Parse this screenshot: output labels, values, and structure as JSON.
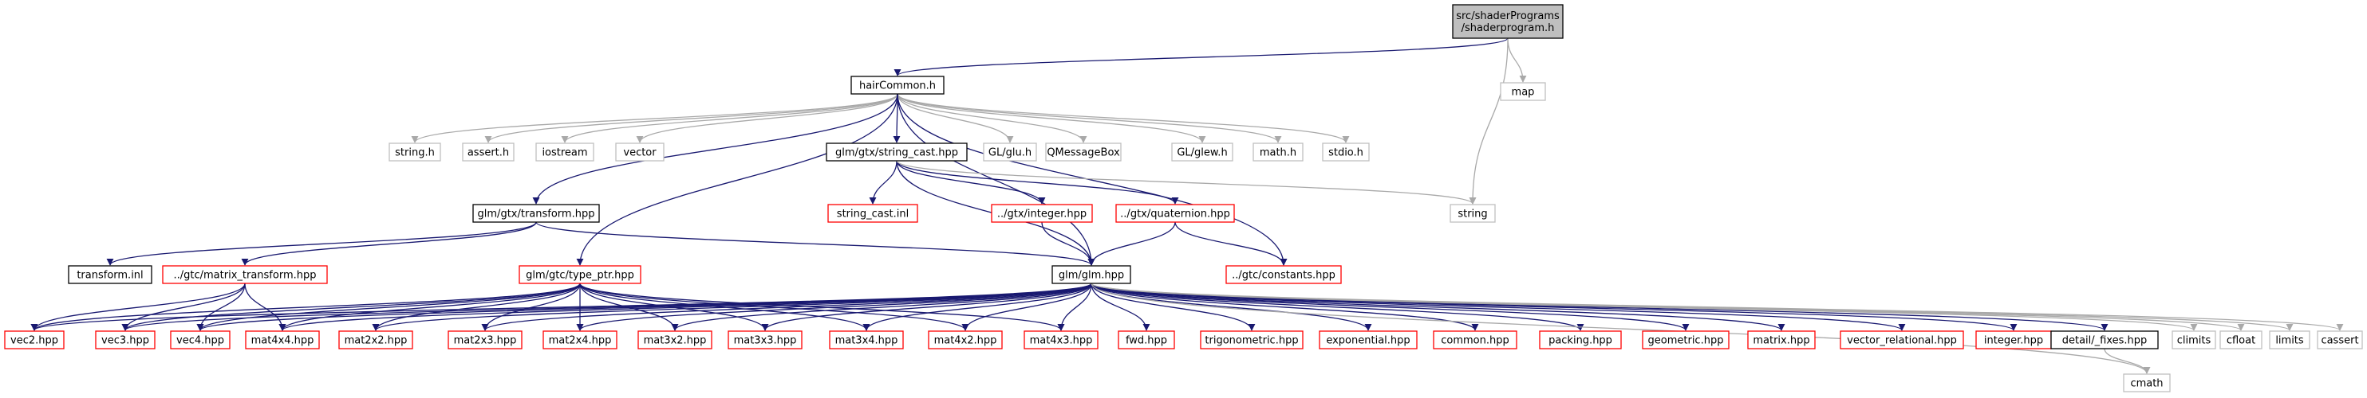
{
  "colors": {
    "root_fill": "#bfbfbf",
    "documented_border": "#000000",
    "missing_border": "#ff0000",
    "external_border": "#bfbfbf",
    "edge_primary": "#191970",
    "edge_secondary": "#a9a9a9"
  },
  "nodes": [
    {
      "id": "root",
      "label": [
        "src/shaderPrograms",
        "/shaderprogram.h"
      ],
      "kind": "root"
    },
    {
      "id": "hairCommon",
      "label": [
        "hairCommon.h"
      ],
      "kind": "documented"
    },
    {
      "id": "map",
      "label": [
        "map"
      ],
      "kind": "external"
    },
    {
      "id": "string_h",
      "label": [
        "string.h"
      ],
      "kind": "external"
    },
    {
      "id": "assert_h",
      "label": [
        "assert.h"
      ],
      "kind": "external"
    },
    {
      "id": "iostream",
      "label": [
        "iostream"
      ],
      "kind": "external"
    },
    {
      "id": "vector",
      "label": [
        "vector"
      ],
      "kind": "external"
    },
    {
      "id": "string_cast_hpp",
      "label": [
        "glm/gtx/string_cast.hpp"
      ],
      "kind": "documented"
    },
    {
      "id": "glu_h",
      "label": [
        "GL/glu.h"
      ],
      "kind": "external"
    },
    {
      "id": "qmessagebox",
      "label": [
        "QMessageBox"
      ],
      "kind": "external"
    },
    {
      "id": "glew_h",
      "label": [
        "GL/glew.h"
      ],
      "kind": "external"
    },
    {
      "id": "math_h",
      "label": [
        "math.h"
      ],
      "kind": "external"
    },
    {
      "id": "stdio_h",
      "label": [
        "stdio.h"
      ],
      "kind": "external"
    },
    {
      "id": "string",
      "label": [
        "string"
      ],
      "kind": "external"
    },
    {
      "id": "transform_hpp",
      "label": [
        "glm/gtx/transform.hpp"
      ],
      "kind": "documented"
    },
    {
      "id": "string_cast_inl",
      "label": [
        "string_cast.inl"
      ],
      "kind": "missing"
    },
    {
      "id": "integer_gtx",
      "label": [
        "../gtx/integer.hpp"
      ],
      "kind": "missing"
    },
    {
      "id": "quaternion",
      "label": [
        "../gtx/quaternion.hpp"
      ],
      "kind": "missing"
    },
    {
      "id": "transform_inl",
      "label": [
        "transform.inl"
      ],
      "kind": "documented"
    },
    {
      "id": "matrix_transform",
      "label": [
        "../gtc/matrix_transform.hpp"
      ],
      "kind": "missing"
    },
    {
      "id": "type_ptr",
      "label": [
        "glm/gtc/type_ptr.hpp"
      ],
      "kind": "missing"
    },
    {
      "id": "glm_hpp",
      "label": [
        "glm/glm.hpp"
      ],
      "kind": "documented"
    },
    {
      "id": "constants",
      "label": [
        "../gtc/constants.hpp"
      ],
      "kind": "missing"
    },
    {
      "id": "vec2",
      "label": [
        "vec2.hpp"
      ],
      "kind": "missing"
    },
    {
      "id": "vec3",
      "label": [
        "vec3.hpp"
      ],
      "kind": "missing"
    },
    {
      "id": "vec4",
      "label": [
        "vec4.hpp"
      ],
      "kind": "missing"
    },
    {
      "id": "mat4x4",
      "label": [
        "mat4x4.hpp"
      ],
      "kind": "missing"
    },
    {
      "id": "mat2x2",
      "label": [
        "mat2x2.hpp"
      ],
      "kind": "missing"
    },
    {
      "id": "mat2x3",
      "label": [
        "mat2x3.hpp"
      ],
      "kind": "missing"
    },
    {
      "id": "mat2x4",
      "label": [
        "mat2x4.hpp"
      ],
      "kind": "missing"
    },
    {
      "id": "mat3x2",
      "label": [
        "mat3x2.hpp"
      ],
      "kind": "missing"
    },
    {
      "id": "mat3x3",
      "label": [
        "mat3x3.hpp"
      ],
      "kind": "missing"
    },
    {
      "id": "mat3x4",
      "label": [
        "mat3x4.hpp"
      ],
      "kind": "missing"
    },
    {
      "id": "mat4x2",
      "label": [
        "mat4x2.hpp"
      ],
      "kind": "missing"
    },
    {
      "id": "mat4x3",
      "label": [
        "mat4x3.hpp"
      ],
      "kind": "missing"
    },
    {
      "id": "fwd",
      "label": [
        "fwd.hpp"
      ],
      "kind": "missing"
    },
    {
      "id": "trigonometric",
      "label": [
        "trigonometric.hpp"
      ],
      "kind": "missing"
    },
    {
      "id": "exponential",
      "label": [
        "exponential.hpp"
      ],
      "kind": "missing"
    },
    {
      "id": "common",
      "label": [
        "common.hpp"
      ],
      "kind": "missing"
    },
    {
      "id": "packing",
      "label": [
        "packing.hpp"
      ],
      "kind": "missing"
    },
    {
      "id": "geometric",
      "label": [
        "geometric.hpp"
      ],
      "kind": "missing"
    },
    {
      "id": "matrix",
      "label": [
        "matrix.hpp"
      ],
      "kind": "missing"
    },
    {
      "id": "vector_relational",
      "label": [
        "vector_relational.hpp"
      ],
      "kind": "missing"
    },
    {
      "id": "integer_hpp",
      "label": [
        "integer.hpp"
      ],
      "kind": "missing"
    },
    {
      "id": "detail_fixes",
      "label": [
        "detail/_fixes.hpp"
      ],
      "kind": "documented"
    },
    {
      "id": "climits",
      "label": [
        "climits"
      ],
      "kind": "external"
    },
    {
      "id": "cfloat",
      "label": [
        "cfloat"
      ],
      "kind": "external"
    },
    {
      "id": "limits",
      "label": [
        "limits"
      ],
      "kind": "external"
    },
    {
      "id": "cassert",
      "label": [
        "cassert"
      ],
      "kind": "external"
    },
    {
      "id": "cmath",
      "label": [
        "cmath"
      ],
      "kind": "external"
    }
  ],
  "edges": [
    [
      "root",
      "hairCommon"
    ],
    [
      "root",
      "map"
    ],
    [
      "root",
      "string"
    ],
    [
      "hairCommon",
      "string_h"
    ],
    [
      "hairCommon",
      "assert_h"
    ],
    [
      "hairCommon",
      "iostream"
    ],
    [
      "hairCommon",
      "vector"
    ],
    [
      "hairCommon",
      "string_cast_hpp"
    ],
    [
      "hairCommon",
      "glu_h"
    ],
    [
      "hairCommon",
      "qmessagebox"
    ],
    [
      "hairCommon",
      "glew_h"
    ],
    [
      "hairCommon",
      "math_h"
    ],
    [
      "hairCommon",
      "stdio_h"
    ],
    [
      "hairCommon",
      "transform_hpp"
    ],
    [
      "hairCommon",
      "type_ptr"
    ],
    [
      "hairCommon",
      "glm_hpp"
    ],
    [
      "hairCommon",
      "constants"
    ],
    [
      "string_cast_hpp",
      "string_cast_inl"
    ],
    [
      "string_cast_hpp",
      "integer_gtx"
    ],
    [
      "string_cast_hpp",
      "quaternion"
    ],
    [
      "string_cast_hpp",
      "glm_hpp"
    ],
    [
      "string_cast_hpp",
      "string"
    ],
    [
      "integer_gtx",
      "glm_hpp"
    ],
    [
      "quaternion",
      "glm_hpp"
    ],
    [
      "quaternion",
      "constants"
    ],
    [
      "transform_hpp",
      "transform_inl"
    ],
    [
      "transform_hpp",
      "matrix_transform"
    ],
    [
      "transform_hpp",
      "glm_hpp"
    ],
    [
      "matrix_transform",
      "vec2"
    ],
    [
      "matrix_transform",
      "vec3"
    ],
    [
      "matrix_transform",
      "vec4"
    ],
    [
      "matrix_transform",
      "mat4x4"
    ],
    [
      "type_ptr",
      "vec2"
    ],
    [
      "type_ptr",
      "vec3"
    ],
    [
      "type_ptr",
      "vec4"
    ],
    [
      "type_ptr",
      "mat4x4"
    ],
    [
      "type_ptr",
      "mat2x2"
    ],
    [
      "type_ptr",
      "mat2x3"
    ],
    [
      "type_ptr",
      "mat2x4"
    ],
    [
      "type_ptr",
      "mat3x2"
    ],
    [
      "type_ptr",
      "mat3x3"
    ],
    [
      "type_ptr",
      "mat3x4"
    ],
    [
      "type_ptr",
      "mat4x2"
    ],
    [
      "type_ptr",
      "mat4x3"
    ],
    [
      "glm_hpp",
      "vec2"
    ],
    [
      "glm_hpp",
      "vec3"
    ],
    [
      "glm_hpp",
      "vec4"
    ],
    [
      "glm_hpp",
      "mat4x4"
    ],
    [
      "glm_hpp",
      "mat2x2"
    ],
    [
      "glm_hpp",
      "mat2x3"
    ],
    [
      "glm_hpp",
      "mat2x4"
    ],
    [
      "glm_hpp",
      "mat3x2"
    ],
    [
      "glm_hpp",
      "mat3x3"
    ],
    [
      "glm_hpp",
      "mat3x4"
    ],
    [
      "glm_hpp",
      "mat4x2"
    ],
    [
      "glm_hpp",
      "mat4x3"
    ],
    [
      "glm_hpp",
      "fwd"
    ],
    [
      "glm_hpp",
      "trigonometric"
    ],
    [
      "glm_hpp",
      "exponential"
    ],
    [
      "glm_hpp",
      "common"
    ],
    [
      "glm_hpp",
      "packing"
    ],
    [
      "glm_hpp",
      "geometric"
    ],
    [
      "glm_hpp",
      "matrix"
    ],
    [
      "glm_hpp",
      "vector_relational"
    ],
    [
      "glm_hpp",
      "integer_hpp"
    ],
    [
      "glm_hpp",
      "detail_fixes"
    ],
    [
      "glm_hpp",
      "climits"
    ],
    [
      "glm_hpp",
      "cfloat"
    ],
    [
      "glm_hpp",
      "limits"
    ],
    [
      "glm_hpp",
      "cassert"
    ],
    [
      "glm_hpp",
      "cmath"
    ],
    [
      "detail_fixes",
      "cmath"
    ]
  ]
}
